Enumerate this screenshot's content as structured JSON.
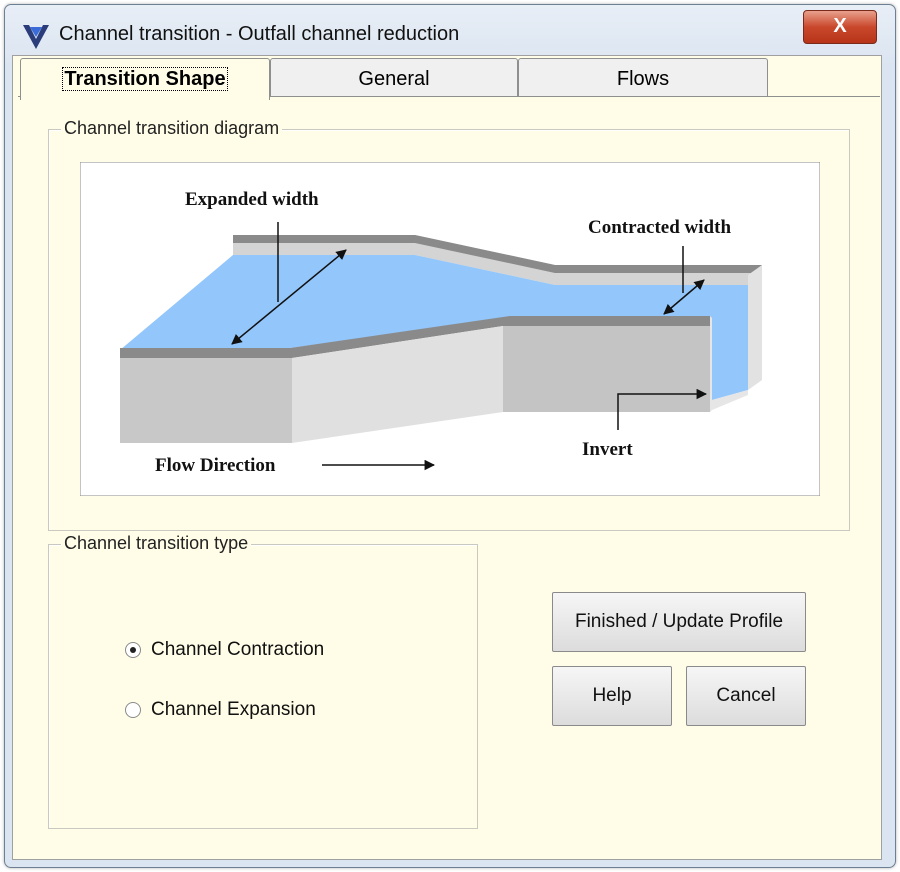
{
  "window": {
    "title": "Channel transition - Outfall channel reduction",
    "close_label": "X",
    "icon": "app-logo-icon"
  },
  "tabs": [
    {
      "label": "Transition Shape",
      "active": true
    },
    {
      "label": "General",
      "active": false
    },
    {
      "label": "Flows",
      "active": false
    }
  ],
  "diagram_group": {
    "label": "Channel transition diagram",
    "labels": {
      "expanded": "Expanded width",
      "contracted": "Contracted width",
      "invert": "Invert",
      "flow": "Flow Direction"
    },
    "colors": {
      "water": "#93c6fa",
      "wall_top": "#8a8a8a",
      "wall_face": "#c6c6c6",
      "wall_light": "#dedede"
    }
  },
  "type_group": {
    "label": "Channel transition type",
    "options": [
      {
        "label": "Channel Contraction",
        "selected": true
      },
      {
        "label": "Channel Expansion",
        "selected": false
      }
    ]
  },
  "buttons": {
    "finished": "Finished / Update Profile",
    "help": "Help",
    "cancel": "Cancel"
  }
}
